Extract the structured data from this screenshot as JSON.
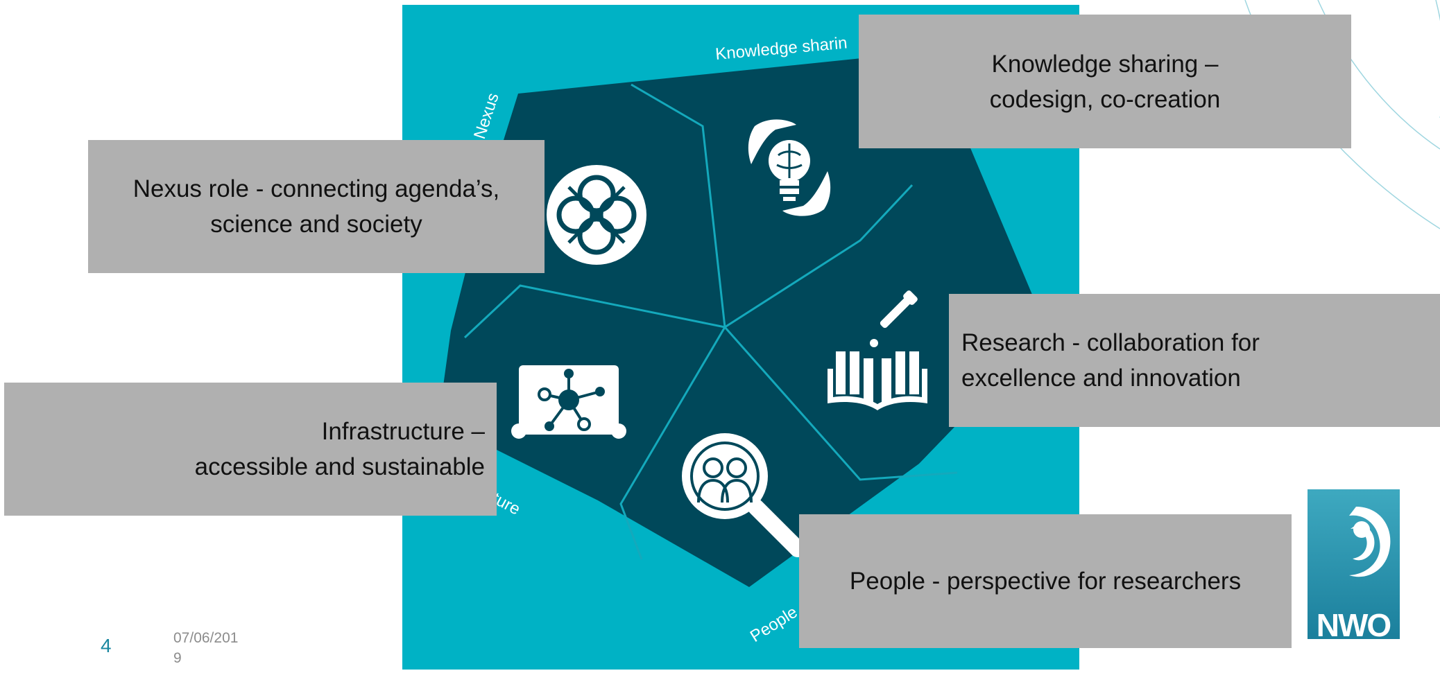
{
  "cards": {
    "knowledge": {
      "line1": "Knowledge sharing –",
      "line2": "codesign, co-creation"
    },
    "nexus": {
      "line1": "Nexus role - connecting agenda’s,",
      "line2": "science and society"
    },
    "research": {
      "line1": "Research - collaboration for",
      "line2": "excellence and innovation"
    },
    "infrastructure": {
      "line1": "Infrastructure –",
      "line2": "accessible and sustainable"
    },
    "people": {
      "line1": "People - perspective for researchers"
    }
  },
  "graphic": {
    "edge_labels": {
      "knowledge": "Knowledge sharin",
      "nexus": "Nexus",
      "infrastructure": "ture",
      "people": "People"
    },
    "icons": [
      "nexus-arrows-icon",
      "brain-bulb-hands-icon",
      "book-pipette-icon",
      "network-map-icon",
      "people-magnifier-icon"
    ]
  },
  "footer": {
    "slide_number": "4",
    "date": "07/06/2019"
  },
  "logo": {
    "text": "NWO"
  },
  "colors": {
    "teal": "#00b2c5",
    "dark_teal": "#00485a",
    "card_gray": "#b0b0b0",
    "accent": "#1a87a0"
  }
}
